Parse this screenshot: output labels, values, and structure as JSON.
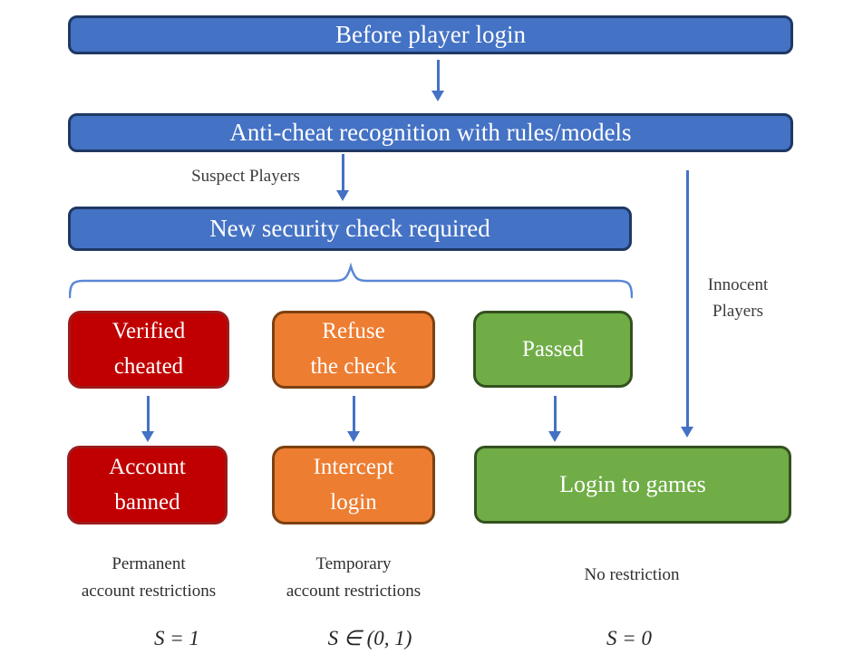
{
  "nodes": {
    "before_login": "Before player login",
    "anti_cheat": "Anti-cheat recognition with rules/models",
    "security_check": "New security check required",
    "verified_cheated": "Verified\ncheated",
    "refuse_check": "Refuse\nthe check",
    "passed": "Passed",
    "account_banned": "Account\nbanned",
    "intercept_login": "Intercept\nlogin",
    "login_games": "Login to games"
  },
  "edge_labels": {
    "suspect": "Suspect Players",
    "innocent": "Innocent\nPlayers"
  },
  "outcomes": {
    "permanent": "Permanent\naccount restrictions",
    "temporary": "Temporary\naccount restrictions",
    "none": "No restriction"
  },
  "scores": {
    "banned": "S = 1",
    "intercept": "S ∈ (0, 1)",
    "login": "S = 0"
  },
  "colors": {
    "blue_fill": "#4472C4",
    "blue_border": "#1F3864",
    "red_fill": "#C00000",
    "red_border": "#9C1C1C",
    "orange_fill": "#ED7D31",
    "orange_border": "#7C4111",
    "green_fill": "#70AD47",
    "green_border": "#33511F",
    "arrow": "#4472C4",
    "brace": "#5B87D5",
    "label_text": "#3B3B3B"
  }
}
